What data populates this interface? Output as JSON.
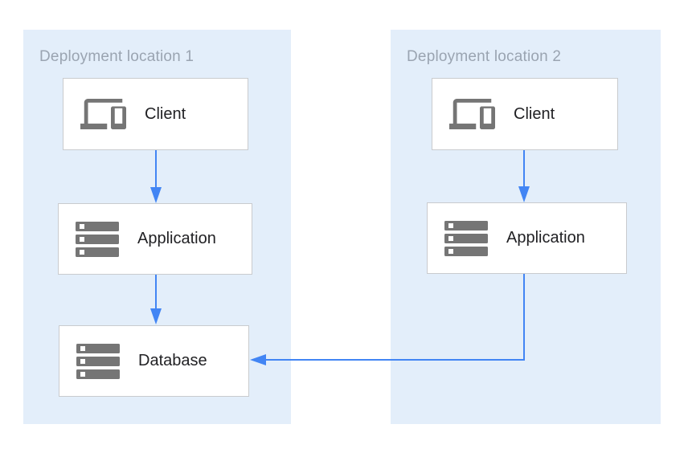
{
  "diagram": {
    "colors": {
      "zone_background": "#e3eefa",
      "node_background": "#ffffff",
      "node_border": "#c9cbce",
      "arrow_blue": "#4285f4",
      "icon_gray": "#757575",
      "zone_title_gray": "#9aa4b1",
      "node_label_dark": "#212124"
    },
    "zones": [
      {
        "title": "Deployment location 1",
        "nodes": [
          {
            "label": "Client",
            "icon": "devices-icon"
          },
          {
            "label": "Application",
            "icon": "server-stack-icon"
          },
          {
            "label": "Database",
            "icon": "server-stack-icon"
          }
        ]
      },
      {
        "title": "Deployment location 2",
        "nodes": [
          {
            "label": "Client",
            "icon": "devices-icon"
          },
          {
            "label": "Application",
            "icon": "server-stack-icon"
          }
        ]
      }
    ],
    "edges": [
      {
        "from": "client-1",
        "to": "application-1",
        "shape": "straight-down"
      },
      {
        "from": "application-1",
        "to": "database-1",
        "shape": "straight-down"
      },
      {
        "from": "client-2",
        "to": "application-2",
        "shape": "straight-down"
      },
      {
        "from": "application-2",
        "to": "database-1",
        "shape": "elbow-down-left"
      }
    ]
  }
}
